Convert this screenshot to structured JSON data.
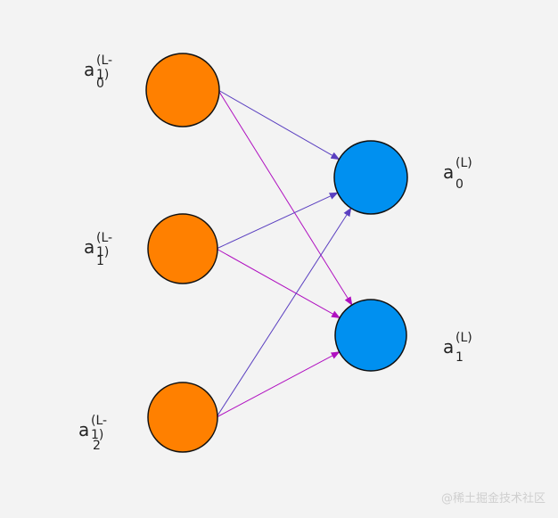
{
  "layers": {
    "input": {
      "nodes": [
        {
          "base": "a",
          "sup": "(L-1)",
          "sub": "0"
        },
        {
          "base": "a",
          "sup": "(L-1)",
          "sub": "1"
        },
        {
          "base": "a",
          "sup": "(L-1)",
          "sub": "2"
        }
      ],
      "color": "#ff8000"
    },
    "output": {
      "nodes": [
        {
          "base": "a",
          "sup": "(L)",
          "sub": "0"
        },
        {
          "base": "a",
          "sup": "(L)",
          "sub": "1"
        }
      ],
      "color": "#0090f0"
    }
  },
  "edges": [
    {
      "from": 0,
      "to": 0,
      "color": "#5a3fc0"
    },
    {
      "from": 0,
      "to": 1,
      "color": "#b010c0"
    },
    {
      "from": 1,
      "to": 0,
      "color": "#5a3fc0"
    },
    {
      "from": 1,
      "to": 1,
      "color": "#b010c0"
    },
    {
      "from": 2,
      "to": 0,
      "color": "#5a3fc0"
    },
    {
      "from": 2,
      "to": 1,
      "color": "#b010c0"
    }
  ],
  "watermark": "@稀土掘金技术社区"
}
